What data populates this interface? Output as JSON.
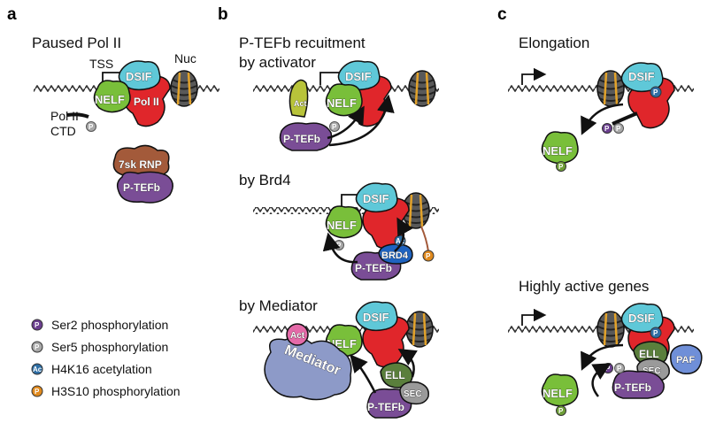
{
  "panels": {
    "a": {
      "letter": "a",
      "title": "Paused Pol II",
      "tss": "TSS",
      "nuc": "Nuc",
      "ctd_line1": "Pol II",
      "ctd_line2": "CTD"
    },
    "b": {
      "letter": "b",
      "title_line1": "P-TEFb recuitment",
      "title_line2": "by activator",
      "brd4_title": "by Brd4",
      "mediator_title": "by Mediator"
    },
    "c": {
      "letter": "c",
      "title": "Elongation",
      "active_title": "Highly active genes"
    }
  },
  "labels": {
    "dsif": "DSIF",
    "nelf": "NELF",
    "pol2": "Pol II",
    "ptefb": "P-TEFb",
    "rnp": "7sk RNP",
    "act": "Act",
    "brd4": "BRD4",
    "ac": "Ac",
    "mediator": "Mediator",
    "ell": "ELL",
    "sec": "SEC",
    "paf": "PAF",
    "p": "P"
  },
  "legend": [
    {
      "symbol": "P",
      "color": "#6b3f8f",
      "text": "Ser2 phosphorylation"
    },
    {
      "symbol": "P",
      "color": "#a9a9a9",
      "text": "Ser5 phosphorylation"
    },
    {
      "symbol": "Ac",
      "color": "#2f6fa5",
      "text": "H4K16 acetylation"
    },
    {
      "symbol": "P",
      "color": "#e08a1e",
      "text": "H3S10 phosphorylation"
    }
  ],
  "colors": {
    "dsif": "#5fc8d8",
    "nelf": "#79bf3a",
    "pol2": "#e0262b",
    "ptefb": "#7a4d96",
    "rnp": "#a35a3a",
    "act": "#b8c33a",
    "brd4": "#1f63c0",
    "mediator": "#8d9ac8",
    "ell": "#5a7f3c",
    "sec": "#9a9a9a",
    "paf": "#6f8fd8",
    "nuc": "#4d4d4d",
    "nuc_band": "#e2a22a"
  }
}
